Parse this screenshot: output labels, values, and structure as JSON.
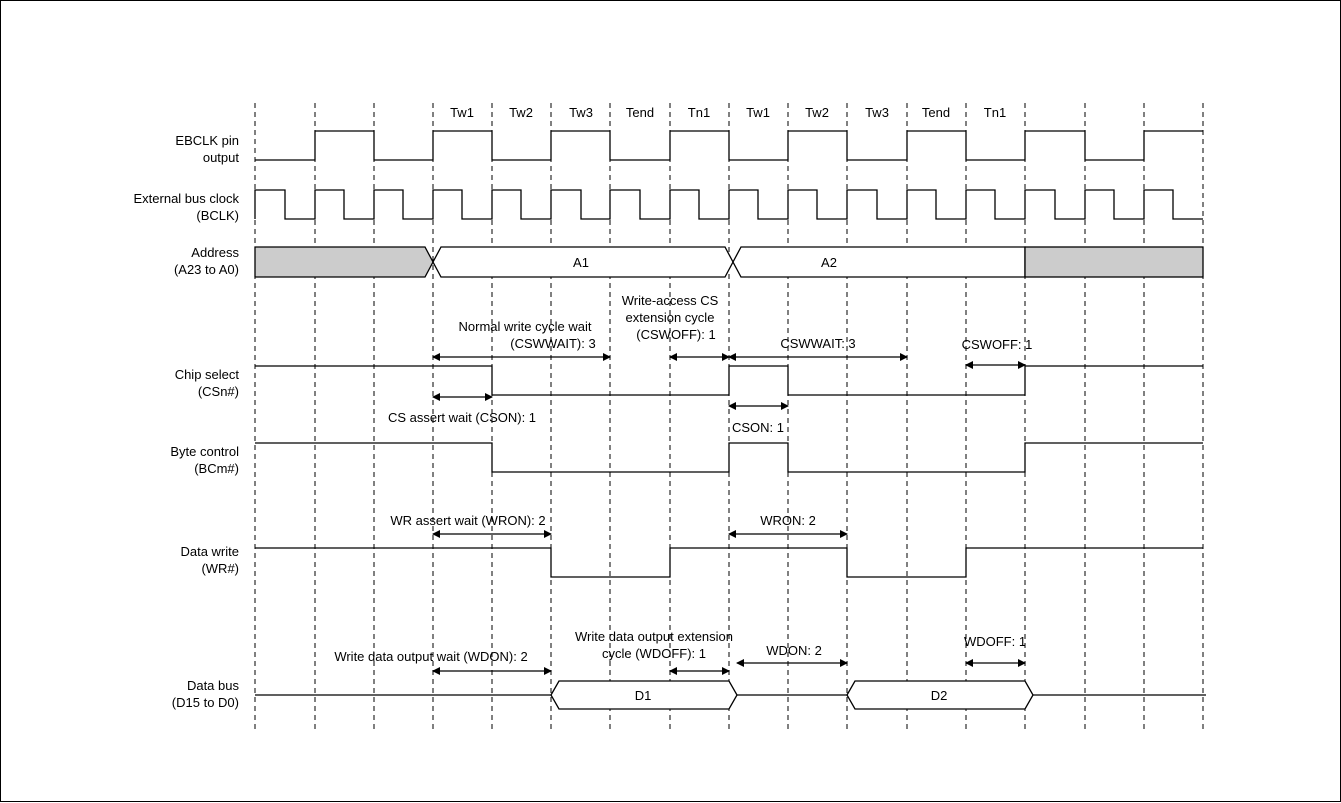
{
  "cycle_labels": [
    "Tw1",
    "Tw2",
    "Tw3",
    "Tend",
    "Tn1",
    "Tw1",
    "Tw2",
    "Tw3",
    "Tend",
    "Tn1"
  ],
  "signals": {
    "ebclk": {
      "line1": "EBCLK pin",
      "line2": "output"
    },
    "bclk": {
      "line1": "External bus clock",
      "line2": "(BCLK)"
    },
    "address": {
      "line1": "Address",
      "line2": "(A23 to A0)"
    },
    "cs": {
      "line1": "Chip select",
      "line2": "(CSn#)"
    },
    "bc": {
      "line1": "Byte control",
      "line2": "(BCm#)"
    },
    "wr": {
      "line1": "Data write",
      "line2": "(WR#)"
    },
    "data": {
      "line1": "Data bus",
      "line2": "(D15 to D0)"
    }
  },
  "bus_values": {
    "a1": "A1",
    "a2": "A2",
    "d1": "D1",
    "d2": "D2"
  },
  "annotations": {
    "cswwait_a": "Normal write cycle wait",
    "cswwait_b": "(CSWWAIT): 3",
    "cswoff_a": "Write-access CS",
    "cswoff_b": "extension cycle",
    "cswoff_c": "(CSWOFF): 1",
    "cswwait2": "CSWWAIT: 3",
    "cswoff2": "CSWOFF: 1",
    "cson": "CS assert wait (CSON): 1",
    "cson2": "CSON: 1",
    "wron": "WR assert wait (WRON): 2",
    "wron2": "WRON: 2",
    "wdon": "Write data output wait (WDON): 2",
    "wdoff_a": "Write data output extension",
    "wdoff_b": "cycle (WDOFF): 1",
    "wdon2": "WDON: 2",
    "wdoff2": "WDOFF: 1"
  }
}
